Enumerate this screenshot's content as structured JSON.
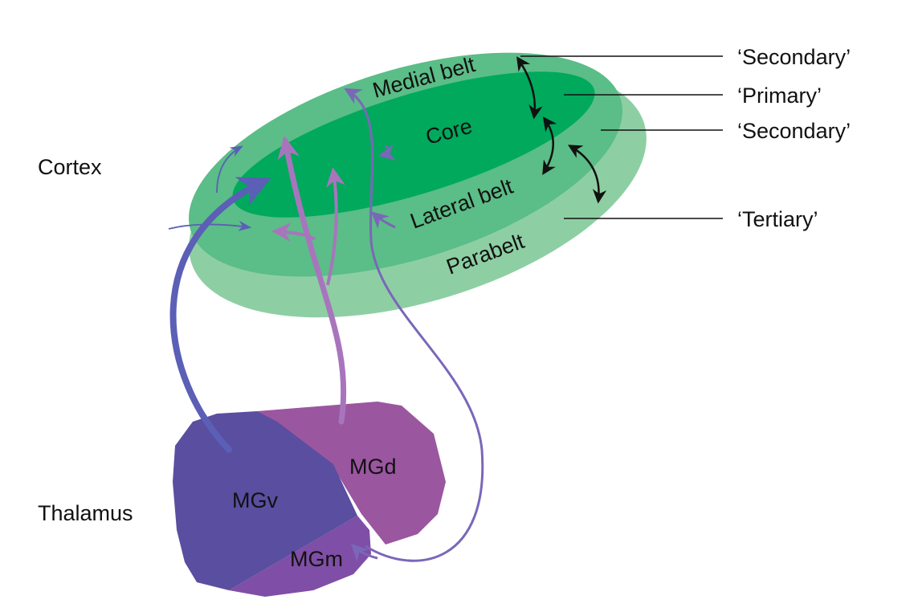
{
  "title": "Auditory cortex hierarchy and thalamic projections",
  "side_labels": {
    "cortex": "Cortex",
    "thalamus": "Thalamus"
  },
  "cortex_regions": {
    "medial_belt": "Medial belt",
    "core": "Core",
    "lateral_belt": "Lateral belt",
    "parabelt": "Parabelt"
  },
  "levels": {
    "secondary_top": "‘Secondary’",
    "primary": "‘Primary’",
    "secondary_bottom": "‘Secondary’",
    "tertiary": "‘Tertiary’"
  },
  "thalamic_nuclei": {
    "mgv": "MGv",
    "mgd": "MGd",
    "mgm": "MGm"
  },
  "colors": {
    "parabelt": "#8dcfa3",
    "belt": "#5bbd87",
    "core": "#00a95c",
    "mgv": "#5a4ea0",
    "mgd": "#9b56a0",
    "mgm": "#7f4ea6",
    "mgv_projection": "#5b5fb5",
    "mgd_projection": "#a875bd",
    "mgm_projection": "#7a67b8",
    "connector": "#111111"
  }
}
